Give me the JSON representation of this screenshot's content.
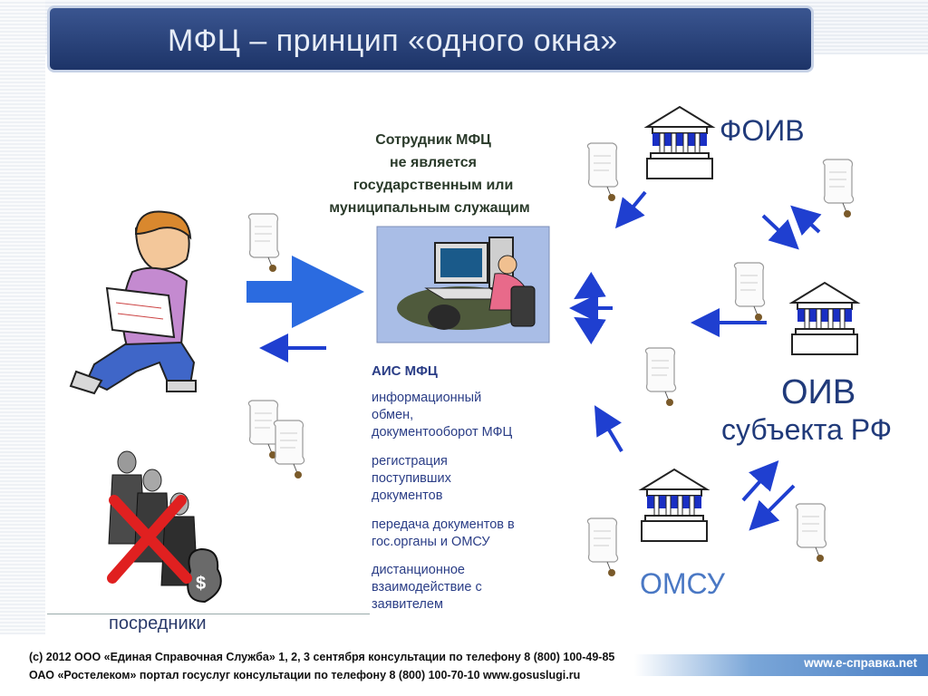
{
  "slide": {
    "title": "МФЦ – принцип «одного окна»",
    "note_lines": [
      "Сотрудник МФЦ",
      "не является",
      "государственным или",
      "муниципальным служащим"
    ],
    "ais_title": "АИС МФЦ",
    "ais_items": [
      [
        "информационный",
        "обмен,",
        "документооборот МФЦ"
      ],
      [
        "регистрация",
        "поступивших",
        "документов"
      ],
      [
        "передача документов в",
        "гос.органы и ОМСУ"
      ],
      [
        "дистанционное",
        "взаимодействие с",
        "заявителем"
      ]
    ],
    "foiv": "ФОИВ",
    "oiv_line1": "ОИВ",
    "oiv_line2": "субъекта РФ",
    "omsu": "ОМСУ",
    "intermediaries": "посредники",
    "money_symbol": "$"
  },
  "footer": {
    "line1": "(c) 2012 ООО «Единая Справочная Служба»  1, 2, 3 сентября консультации по телефону 8 (800) 100-49-85",
    "line2": "ОАО «Ростелеком» портал госуслуг консультации по телефону 8 (800) 100-70-10 www.gosuslugi.ru",
    "site": "www.e-справка.net"
  },
  "colors": {
    "title_bg": "#1d3468",
    "arrow_blue": "#1f3fd0",
    "big_arrow": "#2b6be0",
    "cross_red": "#e02020"
  },
  "icons": [
    "person-with-document-icon",
    "document-scroll-icon",
    "computer-workstation-icon",
    "government-building-icon",
    "businessmen-group-icon",
    "money-bag-icon",
    "red-cross-icon"
  ]
}
